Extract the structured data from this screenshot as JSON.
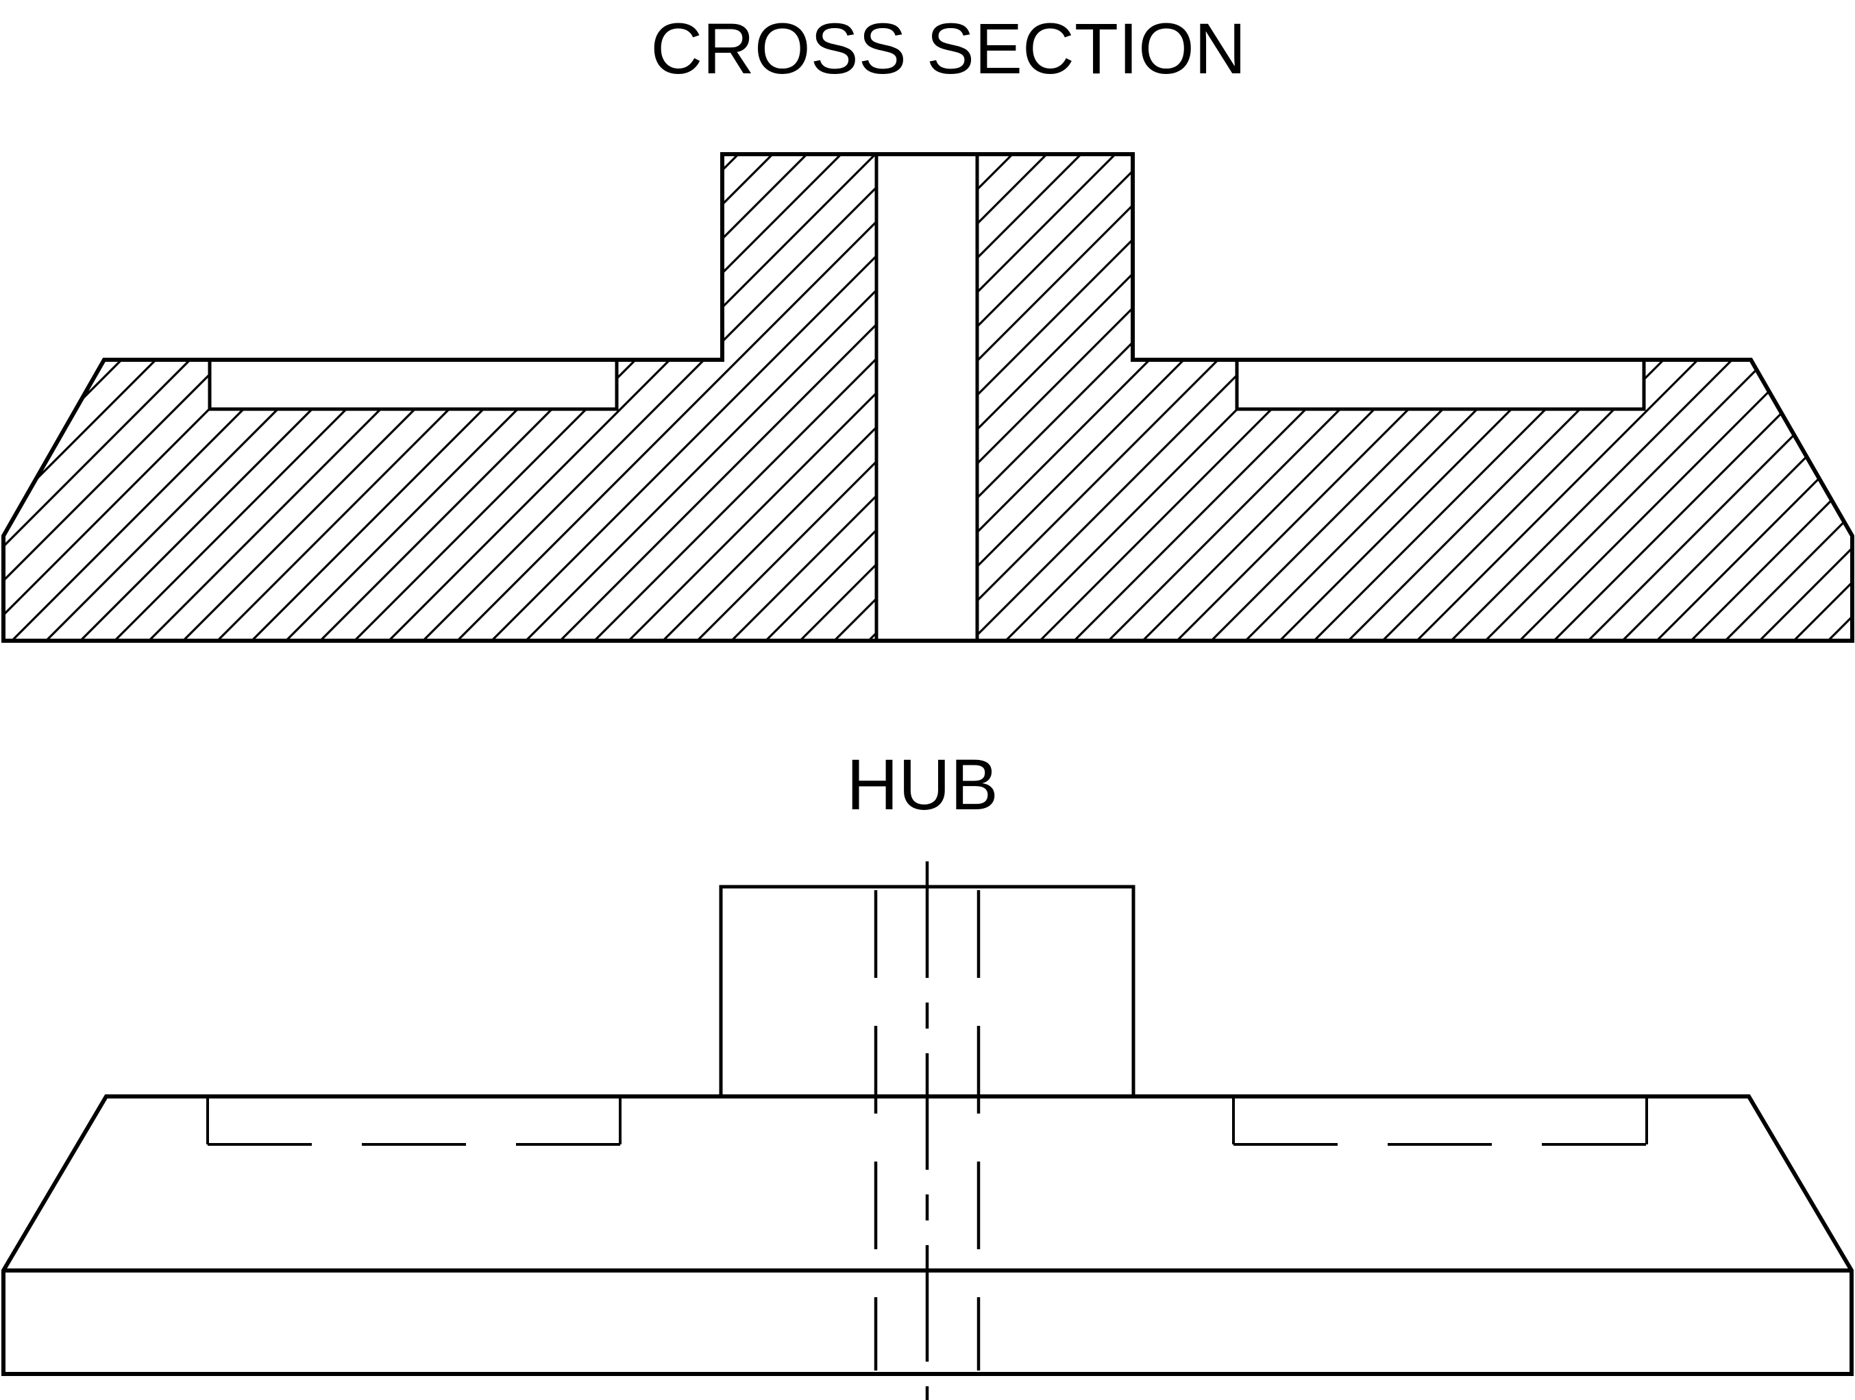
{
  "page": {
    "background_color": "#ffffff",
    "line_color": "#000000"
  },
  "views": [
    {
      "id": "cross-section",
      "title": "CROSS SECTION"
    },
    {
      "id": "hub",
      "title": "HUB"
    }
  ]
}
